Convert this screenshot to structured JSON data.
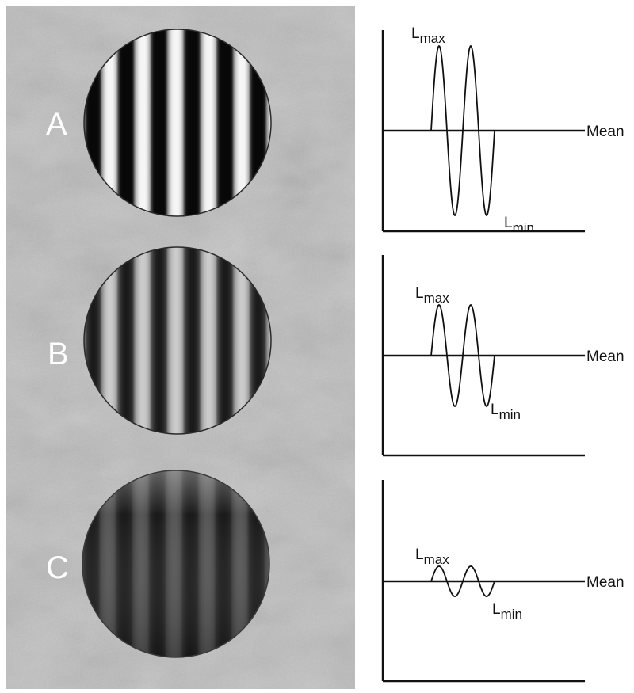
{
  "figure": {
    "panels": [
      {
        "id": "A",
        "letter": "A",
        "amplitude": 1.0,
        "label_max": "L",
        "label_max_sub": "max",
        "label_min": "L",
        "label_min_sub": "min",
        "label_mean": "Mean"
      },
      {
        "id": "B",
        "letter": "B",
        "amplitude": 0.6,
        "label_max": "L",
        "label_max_sub": "max",
        "label_min": "L",
        "label_min_sub": "min",
        "label_mean": "Mean"
      },
      {
        "id": "C",
        "letter": "C",
        "amplitude": 0.18,
        "label_max": "L",
        "label_max_sub": "max",
        "label_min": "L",
        "label_min_sub": "min",
        "label_mean": "Mean"
      }
    ],
    "colors": {
      "background_paper": "#b9b9b9",
      "ink": "#111111",
      "stripe_light": "#f2f2f2",
      "stripe_dark": "#0c0c0c"
    },
    "grating_cycles": 6,
    "wave_cycles": 2
  }
}
